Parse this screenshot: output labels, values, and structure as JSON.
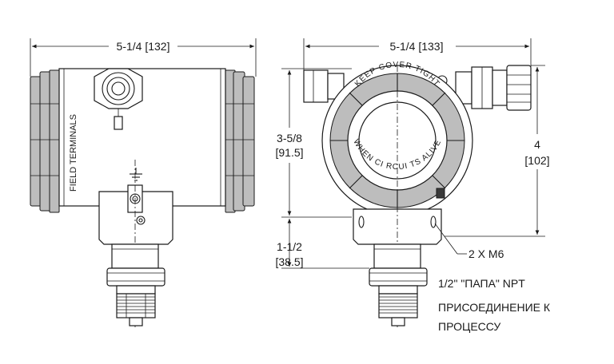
{
  "left_view": {
    "width_dimension": "5-1/4 [132]",
    "terminal_label": "FIELD TERMINALS"
  },
  "right_view": {
    "width_dimension": "5-1/4 [133]",
    "cover_text_top": "KEEP COVER TIGHT",
    "cover_text_bottom": "WHEN CI RCUI TS ALIVE",
    "upper_height_value": "3-5/8",
    "upper_height_metric": "[91.5]",
    "total_height_value": "4",
    "total_height_metric": "[102]",
    "lower_height_value": "1-1/2",
    "lower_height_metric": "[38.5]",
    "bolt_callout": "2 X M6"
  },
  "connection_note": {
    "line1": "1/2\" \"ПАПА\" NPT",
    "line2": "ПРИСОЕДИНЕНИЕ К",
    "line3": "ПРОЦЕССУ"
  },
  "colors": {
    "line": "#1a1a1a",
    "fin_fill": "#bdbdbd",
    "dark_fill": "#3a3a3a",
    "background": "#ffffff"
  }
}
